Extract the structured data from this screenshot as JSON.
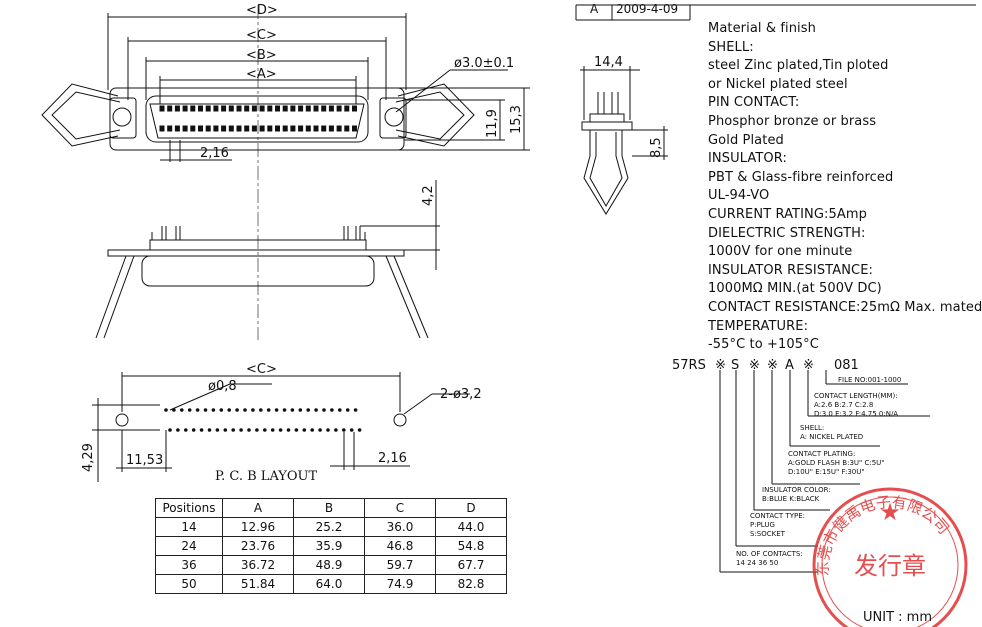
{
  "revision": {
    "letter": "A",
    "date": "2009-4-09"
  },
  "specs": [
    "Material & finish",
    "SHELL:",
    "steel Zinc plated,Tin ploted",
    "or Nickel plated steel",
    "PIN CONTACT:",
    "Phosphor bronze or brass",
    "Gold Plated",
    "INSULATOR:",
    "PBT & Glass-fibre reinforced",
    "UL-94-VO",
    "CURRENT RATING:5Amp",
    "DIELECTRIC STRENGTH:",
    "1000V for one minute",
    "INSULATOR RESISTANCE:",
    "1000MΩ MIN.(at 500V DC)",
    "CONTACT RESISTANCE:25mΩ Max. mated",
    "TEMPERATURE:",
    "-55°C to +105°C"
  ],
  "dims": {
    "D": "<D>",
    "C": "<C>",
    "B": "<B>",
    "A": "<A>",
    "hole": "ø3.0±0.1",
    "pitch": "2,16",
    "h1": "11,9",
    "h2": "15,3",
    "width_side": "14,4",
    "pin_len": "8,5",
    "tail": "4,2",
    "pcb_c": "<C>",
    "pcb_pin": "ø0,8",
    "pcb_holes": "2-ø3,2",
    "pcb_row": "4,29",
    "pcb_off": "11,53",
    "pcb_pitch": "2,16"
  },
  "pcb_title": "P. C. B LAYOUT",
  "part_code": {
    "prefix": "57RS",
    "chars": [
      "※",
      "S",
      "※",
      "※",
      "A",
      "※"
    ],
    "suffix": "081",
    "labels": [
      [
        "FILE NO:001-1000"
      ],
      [
        "CONTACT LENGTH(MM):",
        "A:2.6   B:2.7   C:2.8",
        "D:3.0   E:3.2   F:4.75   0:N/A"
      ],
      [
        "SHELL:",
        "A: NICKEL PLATED"
      ],
      [
        "CONTACT PLATING:",
        "A:GOLD FLASH   B:3U\" C:5U\"",
        "D:10U\" E:15U\" F:30U\""
      ],
      [
        "INSULATOR COLOR:",
        "B:BLUE  K:BLACK"
      ],
      [
        "CONTACT TYPE:",
        "P:PLUG",
        "S:SOCKET"
      ],
      [
        "NO. OF CONTACTS:",
        "14  24  36  50"
      ]
    ]
  },
  "table": {
    "headers": [
      "Positions",
      "A",
      "B",
      "C",
      "D"
    ],
    "rows": [
      [
        "14",
        "12.96",
        "25.2",
        "36.0",
        "44.0"
      ],
      [
        "24",
        "23.76",
        "35.9",
        "46.8",
        "54.8"
      ],
      [
        "36",
        "36.72",
        "48.9",
        "59.7",
        "67.7"
      ],
      [
        "50",
        "51.84",
        "64.0",
        "74.9",
        "82.8"
      ]
    ]
  },
  "stamp": {
    "ring_text": "东莞市健禹电子有限公司",
    "center_text": "发行章",
    "color": "#e03030"
  },
  "unit": "UNIT : mm"
}
